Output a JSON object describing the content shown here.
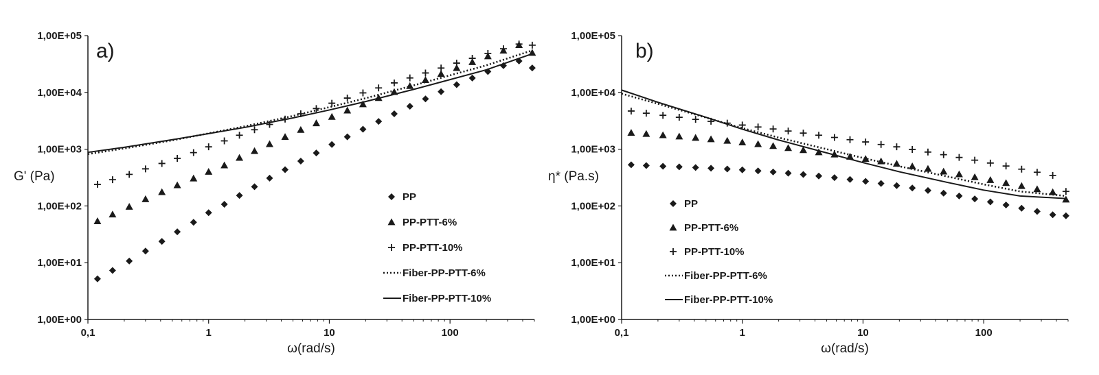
{
  "chart_data": [
    {
      "type": "scatter",
      "panel_label": "a)",
      "xlabel": "ω(rad/s)",
      "ylabel": "G' (Pa)",
      "xscale": "log",
      "yscale": "log",
      "xlim": [
        0.1,
        500
      ],
      "ylim": [
        1,
        100000
      ],
      "x_ticks": [
        0.1,
        1,
        10,
        100
      ],
      "x_tick_labels": [
        "0,1",
        "1",
        "10",
        "100"
      ],
      "y_ticks": [
        1,
        10,
        100,
        1000,
        10000,
        100000
      ],
      "y_tick_labels": [
        "1,00E+00",
        "1,00E+01",
        "1,00E+02",
        "1,00E+03",
        "1,00E+04",
        "1,00E+05"
      ],
      "grid": false,
      "legend_position": "bottom-right",
      "series": [
        {
          "name": "PP",
          "marker": "diamond",
          "style": "markers",
          "x": [
            0.12,
            0.16,
            0.22,
            0.3,
            0.41,
            0.55,
            0.75,
            1.0,
            1.35,
            1.8,
            2.4,
            3.2,
            4.3,
            5.8,
            7.8,
            10.5,
            14.1,
            19,
            25.6,
            34.5,
            46.5,
            62.6,
            84.3,
            113.5,
            153,
            206,
            277,
            373,
            480
          ],
          "y": [
            5.2,
            7.3,
            10.7,
            16,
            23.7,
            35,
            51.6,
            76,
            107,
            153,
            218,
            309,
            436,
            616,
            858,
            1210,
            1650,
            2250,
            3080,
            4200,
            5700,
            7700,
            10300,
            13700,
            17900,
            23300,
            29600,
            35800,
            27000
          ]
        },
        {
          "name": "PP-PTT-6%",
          "marker": "triangle",
          "style": "markers",
          "x": [
            0.12,
            0.16,
            0.22,
            0.3,
            0.41,
            0.55,
            0.75,
            1.0,
            1.35,
            1.8,
            2.4,
            3.2,
            4.3,
            5.8,
            7.8,
            10.5,
            14.1,
            19,
            25.6,
            34.5,
            46.5,
            62.6,
            84.3,
            113.5,
            153,
            206,
            277,
            373,
            480
          ],
          "y": [
            54,
            71,
            97,
            132,
            176,
            232,
            306,
            401,
            520,
            706,
            930,
            1230,
            1650,
            2190,
            2870,
            3720,
            4820,
            6200,
            8000,
            10200,
            13000,
            16600,
            21200,
            27000,
            34300,
            43400,
            54600,
            68400,
            50000
          ]
        },
        {
          "name": "PP-PTT-10%",
          "marker": "plus",
          "style": "markers",
          "x": [
            0.12,
            0.16,
            0.22,
            0.3,
            0.41,
            0.55,
            0.75,
            1.0,
            1.35,
            1.8,
            2.4,
            3.2,
            4.3,
            5.8,
            7.8,
            10.5,
            14.1,
            19,
            25.6,
            34.5,
            46.5,
            62.6,
            84.3,
            113.5,
            153,
            206,
            277,
            373,
            480
          ],
          "y": [
            240,
            290,
            360,
            450,
            560,
            690,
            870,
            1100,
            1400,
            1760,
            2200,
            2730,
            3390,
            4200,
            5200,
            6450,
            7950,
            9800,
            12000,
            14700,
            18000,
            22000,
            26900,
            32800,
            39900,
            48500,
            58800,
            71200,
            68000
          ]
        },
        {
          "name": "Fiber-PP-PTT-6%",
          "style": "dotted-line",
          "x": [
            0.1,
            0.2,
            0.5,
            1,
            2,
            5,
            10,
            20,
            50,
            100,
            200,
            480
          ],
          "y": [
            820,
            1030,
            1430,
            1900,
            2530,
            3850,
            5500,
            7900,
            13300,
            20000,
            30000,
            55000
          ]
        },
        {
          "name": "Fiber-PP-PTT-10%",
          "style": "solid-line",
          "x": [
            0.1,
            0.2,
            0.5,
            1,
            2,
            5,
            10,
            20,
            50,
            100,
            200,
            480
          ],
          "y": [
            880,
            1080,
            1470,
            1880,
            2420,
            3550,
            4900,
            6900,
            11300,
            16800,
            25000,
            48000
          ]
        }
      ]
    },
    {
      "type": "scatter",
      "panel_label": "b)",
      "xlabel": "ω(rad/s)",
      "ylabel": "η* (Pa.s)",
      "xscale": "log",
      "yscale": "log",
      "xlim": [
        0.1,
        500
      ],
      "ylim": [
        1,
        100000
      ],
      "x_ticks": [
        0.1,
        1,
        10,
        100
      ],
      "x_tick_labels": [
        "0,1",
        "1",
        "10",
        "100"
      ],
      "y_ticks": [
        1,
        10,
        100,
        1000,
        10000,
        100000
      ],
      "y_tick_labels": [
        "1,00E+00",
        "1,00E+01",
        "1,00E+02",
        "1,00E+03",
        "1,00E+04",
        "1,00E+05"
      ],
      "grid": false,
      "legend_position": "bottom-left",
      "series": [
        {
          "name": "PP",
          "marker": "diamond",
          "style": "markers",
          "x": [
            0.12,
            0.16,
            0.22,
            0.3,
            0.41,
            0.55,
            0.75,
            1.0,
            1.35,
            1.8,
            2.4,
            3.2,
            4.3,
            5.8,
            7.8,
            10.5,
            14.1,
            19,
            25.6,
            34.5,
            46.5,
            62.6,
            84.3,
            113.5,
            153,
            206,
            277,
            373,
            480
          ],
          "y": [
            530,
            515,
            500,
            488,
            475,
            462,
            448,
            432,
            415,
            397,
            378,
            358,
            337,
            315,
            293,
            271,
            249,
            228,
            207,
            187,
            168,
            150,
            133,
            118,
            104,
            91,
            80,
            70,
            67
          ]
        },
        {
          "name": "PP-PTT-6%",
          "marker": "triangle",
          "style": "markers",
          "x": [
            0.12,
            0.16,
            0.22,
            0.3,
            0.41,
            0.55,
            0.75,
            1.0,
            1.35,
            1.8,
            2.4,
            3.2,
            4.3,
            5.8,
            7.8,
            10.5,
            14.1,
            19,
            25.6,
            34.5,
            46.5,
            62.6,
            84.3,
            113.5,
            153,
            206,
            277,
            373,
            480
          ],
          "y": [
            1950,
            1860,
            1770,
            1680,
            1590,
            1500,
            1410,
            1320,
            1230,
            1140,
            1050,
            965,
            885,
            810,
            740,
            675,
            612,
            555,
            500,
            452,
            405,
            362,
            322,
            287,
            254,
            225,
            198,
            175,
            130
          ]
        },
        {
          "name": "PP-PTT-10%",
          "marker": "plus",
          "style": "markers",
          "x": [
            0.12,
            0.16,
            0.22,
            0.3,
            0.41,
            0.55,
            0.75,
            1.0,
            1.35,
            1.8,
            2.4,
            3.2,
            4.3,
            5.8,
            7.8,
            10.5,
            14.1,
            19,
            25.6,
            34.5,
            46.5,
            62.6,
            84.3,
            113.5,
            153,
            206,
            277,
            373,
            480
          ],
          "y": [
            4700,
            4300,
            3950,
            3650,
            3350,
            3100,
            2870,
            2660,
            2460,
            2270,
            2090,
            1920,
            1760,
            1610,
            1470,
            1340,
            1210,
            1100,
            990,
            890,
            800,
            715,
            640,
            570,
            505,
            445,
            392,
            345,
            180
          ]
        },
        {
          "name": "Fiber-PP-PTT-6%",
          "style": "dotted-line",
          "x": [
            0.1,
            0.2,
            0.5,
            1,
            2,
            5,
            10,
            20,
            50,
            100,
            200,
            480
          ],
          "y": [
            9500,
            6300,
            3600,
            2350,
            1600,
            1000,
            700,
            500,
            330,
            240,
            180,
            150
          ]
        },
        {
          "name": "Fiber-PP-PTT-10%",
          "style": "solid-line",
          "x": [
            0.1,
            0.2,
            0.5,
            1,
            2,
            5,
            10,
            20,
            50,
            100,
            200,
            480
          ],
          "y": [
            11000,
            6700,
            3650,
            2250,
            1450,
            860,
            580,
            400,
            260,
            190,
            150,
            135
          ]
        }
      ]
    }
  ],
  "colors": {
    "ink": "#1a1a1a",
    "background": "#ffffff"
  }
}
